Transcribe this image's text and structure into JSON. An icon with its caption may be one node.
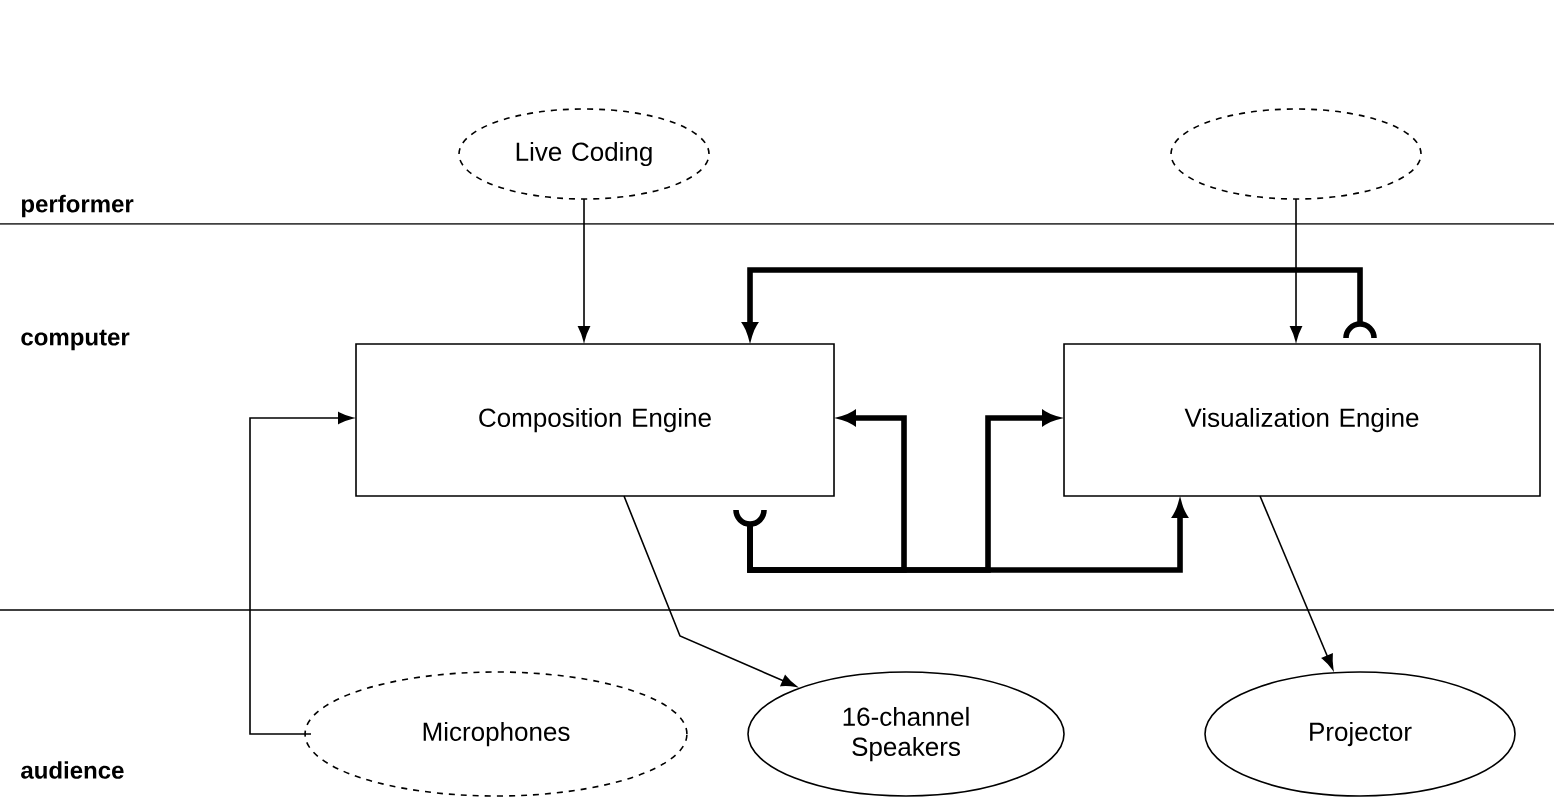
{
  "diagram": {
    "nodes": [
      {
        "text": [
          "Live Coding"
        ]
      },
      {
        "text": [],
        "shape": "ellipse"
      },
      {
        "text": [
          "Composition Engine"
        ]
      },
      {
        "text": [
          "Visualization Engine"
        ]
      },
      {
        "text": [
          "Microphones"
        ]
      },
      {
        "text": [
          "16-channel Speakers"
        ]
      },
      {
        "text": [
          "Projector"
        ]
      }
    ],
    "edges": [
      {
        "from": 0,
        "to": 2,
        "arrow": "to"
      },
      {
        "from": 1,
        "to": 3,
        "arrow": "to"
      },
      {
        "from": 4,
        "to": 2,
        "arrow": "to"
      },
      {
        "from": 2,
        "to": 5,
        "arrow": "to"
      },
      {
        "from": 3,
        "to": 6,
        "arrow": "to"
      },
      {
        "from": 3,
        "to": 2,
        "arrow": "to",
        "style": "thick"
      },
      {
        "from": 2,
        "to": 2,
        "arrow": "to",
        "style": "thick"
      },
      {
        "from": 2,
        "to": 3,
        "arrow": "to",
        "style": "thick"
      },
      {
        "from": 2,
        "to": 3,
        "arrow": "to",
        "style": "thick"
      }
    ],
    "labels": [
      "performer",
      "computer",
      "audience"
    ]
  }
}
